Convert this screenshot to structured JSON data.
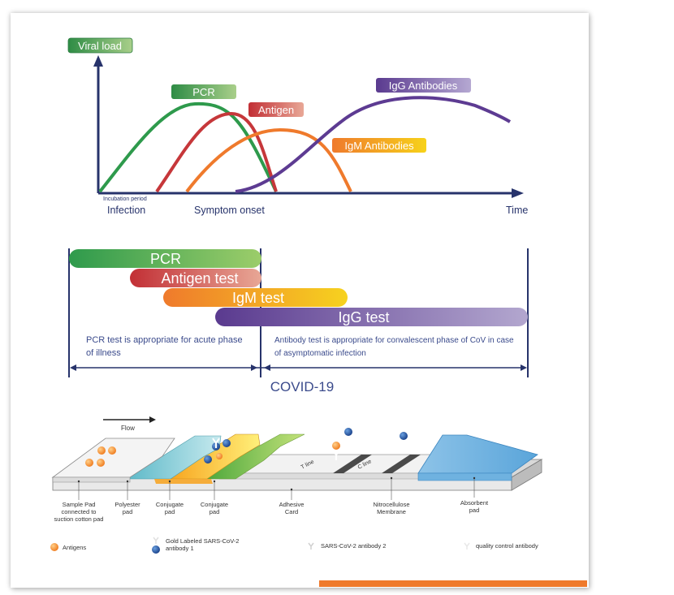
{
  "top_chart": {
    "y_axis_label": "Viral load",
    "x_markers": {
      "incubation": "Incubation period",
      "infection": "Infection",
      "symptom_onset": "Symptom onset",
      "time": "Time"
    },
    "curves": [
      {
        "name": "PCR",
        "color": "#2e9a4c"
      },
      {
        "name": "Antigen",
        "color": "#c6373a"
      },
      {
        "name": "IgM Antibodies",
        "color": "#ef7a2c"
      },
      {
        "name": "IgG Antibodies",
        "color": "#5d3b92"
      }
    ]
  },
  "timeline": {
    "bars": [
      {
        "label": "PCR",
        "colors": [
          "#2e9a4c",
          "#9ccd6a"
        ]
      },
      {
        "label": "Antigen test",
        "colors": [
          "#c22f35",
          "#e8a796"
        ]
      },
      {
        "label": "IgM test",
        "colors": [
          "#ef7a2c",
          "#f6d21f"
        ]
      },
      {
        "label": "IgG test",
        "colors": [
          "#5a3a8f",
          "#a496c4"
        ]
      }
    ],
    "note_left": [
      "PCR test is appropriate for acute phase",
      "of illness"
    ],
    "note_right": [
      "Antibody test is appropriate for convalescent phase of CoV in case",
      "of asymptomatic infection"
    ],
    "span_label": "COVID-19"
  },
  "strip": {
    "flow_label": "Flow",
    "t_line": "T line",
    "c_line": "C line",
    "parts": [
      {
        "label": [
          "Sample Pad",
          "connected to",
          "suction cotton pad"
        ]
      },
      {
        "label": [
          "Polyester",
          "pad"
        ]
      },
      {
        "label": [
          "Conjugate",
          "pad"
        ]
      },
      {
        "label": [
          "Conjugate",
          "pad"
        ]
      },
      {
        "label": [
          "Adhesive",
          "Card"
        ]
      },
      {
        "label": [
          "Nitrocellulose",
          "Membrane"
        ]
      },
      {
        "label": [
          "Absorbent",
          "pad"
        ]
      }
    ]
  },
  "legend": {
    "antigens": "Antigens",
    "gold_antibody": [
      "Gold Labeled SARS-CoV-2",
      "antibody 1"
    ],
    "antibody2": "SARS-CoV-2 antibody 2",
    "qc_antibody": "quality control antibody"
  },
  "colors": {
    "axis": "#27336b",
    "accent": "#ef7a2c",
    "text_blue": "#3b4b8c"
  }
}
